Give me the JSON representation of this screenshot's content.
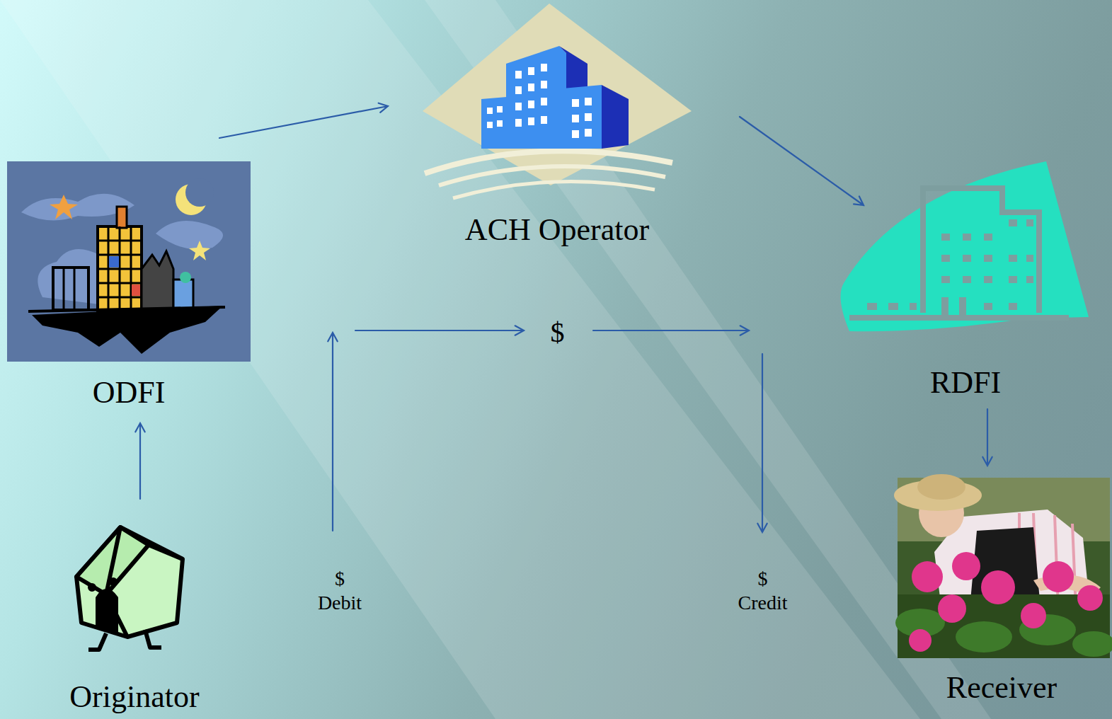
{
  "diagram": {
    "nodes": [
      {
        "text": [
          "ACH Operator"
        ]
      },
      {
        "text": [
          "ODFI"
        ]
      },
      {
        "text": [
          "RDFI"
        ]
      },
      {
        "text": [
          "$"
        ]
      },
      {
        "text": [
          "Originator"
        ]
      },
      {
        "text": [
          "$ Debit"
        ]
      },
      {
        "text": [
          "$ Credit"
        ]
      },
      {
        "text": [
          "Receiver"
        ]
      }
    ],
    "edges": [
      {
        "from": 1,
        "to": 0,
        "arrow": "to"
      },
      {
        "from": 0,
        "to": 2,
        "arrow": "to"
      },
      {
        "from": 2,
        "to": 7,
        "arrow": "to"
      },
      {
        "from": 4,
        "to": 1,
        "arrow": "to"
      },
      {
        "from": 5,
        "to": 3,
        "arrow": "to"
      },
      {
        "from": 3,
        "to": 6,
        "arrow": "to"
      }
    ]
  }
}
